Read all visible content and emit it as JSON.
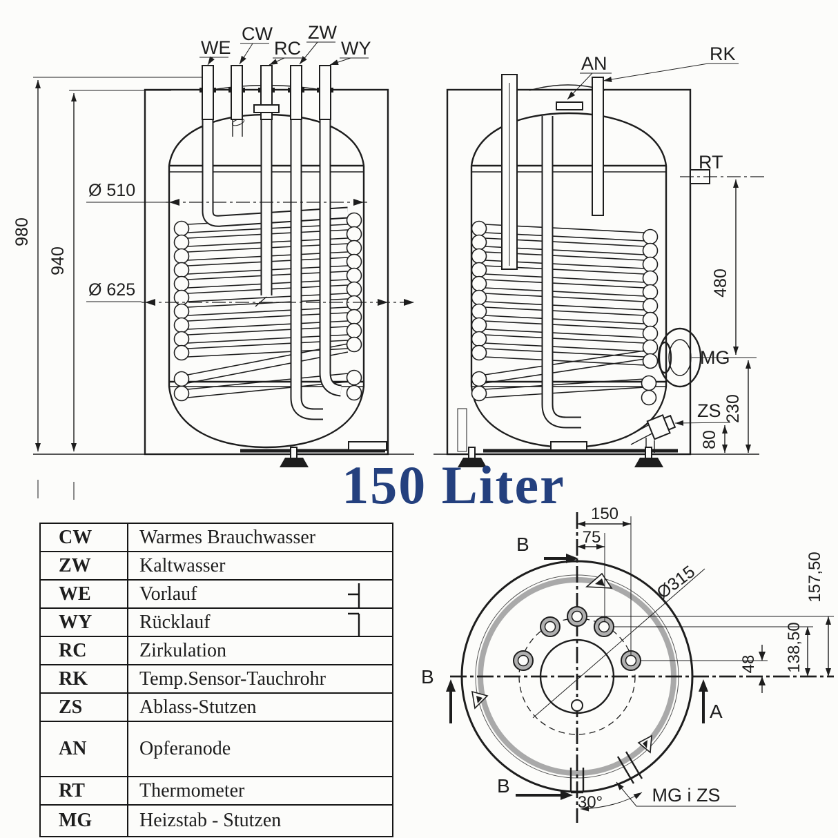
{
  "title": "150 Liter",
  "colors": {
    "accent_blue": "#24407e",
    "line": "#1d1d1d",
    "gray_insulation": "#a9a9a9"
  },
  "front_view": {
    "connection_labels": {
      "we": "WE",
      "cw": "CW",
      "rc": "RC",
      "zw": "ZW",
      "wy": "WY"
    },
    "dimensions": {
      "overall_height": "980",
      "tank_height": "940",
      "inner_diameter": "Ø 510",
      "outer_diameter": "Ø 625"
    }
  },
  "side_view": {
    "connection_labels": {
      "an": "AN",
      "rk": "RK",
      "rt": "RT",
      "mg": "MG",
      "zs": "ZS"
    },
    "dimensions": {
      "rt_to_mg": "480",
      "mg_to_bottom": "230",
      "zs_height": "80"
    }
  },
  "top_view": {
    "section_labels": {
      "a": "A",
      "b": "B"
    },
    "port_label": "MG i ZS",
    "dimensions": {
      "offset_150": "150",
      "offset_75": "75",
      "diameter": "Ø315",
      "port_height_1": "157,50",
      "port_height_2": "138,50",
      "port_height_3": "48",
      "angle": "30°"
    }
  },
  "legend": {
    "rows": [
      {
        "abbr": "CW",
        "desc": "Warmes Brauchwasser"
      },
      {
        "abbr": "ZW",
        "desc": "Kaltwasser"
      },
      {
        "abbr": "WE",
        "desc": "Vorlauf"
      },
      {
        "abbr": "WY",
        "desc": "Rücklauf"
      },
      {
        "abbr": "RC",
        "desc": "Zirkulation"
      },
      {
        "abbr": "RK",
        "desc": "Temp.Sensor-Tauchrohr"
      },
      {
        "abbr": "ZS",
        "desc": "Ablass-Stutzen"
      },
      {
        "abbr": "AN",
        "desc": "Opferanode"
      },
      {
        "abbr": "RT",
        "desc": "Thermometer"
      },
      {
        "abbr": "MG",
        "desc": "Heizstab - Stutzen"
      }
    ]
  }
}
